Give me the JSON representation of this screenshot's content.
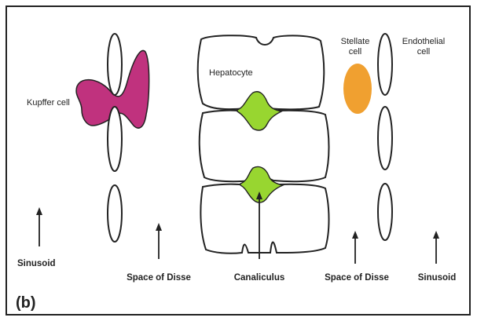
{
  "diagram": {
    "panel_label": "(b)",
    "labels": {
      "kupffer": "Kupffer cell",
      "hepatocyte": "Hepatocyte",
      "stellate_1": "Stellate",
      "stellate_2": "cell",
      "endothelial_1": "Endothelial",
      "endothelial_2": "cell"
    },
    "bottom_labels": {
      "sinusoid_left": "Sinusoid",
      "disse_left": "Space of Disse",
      "canaliculus": "Canaliculus",
      "disse_right": "Space of Disse",
      "sinusoid_right": "Sinusoid"
    },
    "colors": {
      "kupffer": "#c0327e",
      "canaliculus": "#98d630",
      "stellate": "#f0a030",
      "outline": "#222222"
    }
  }
}
